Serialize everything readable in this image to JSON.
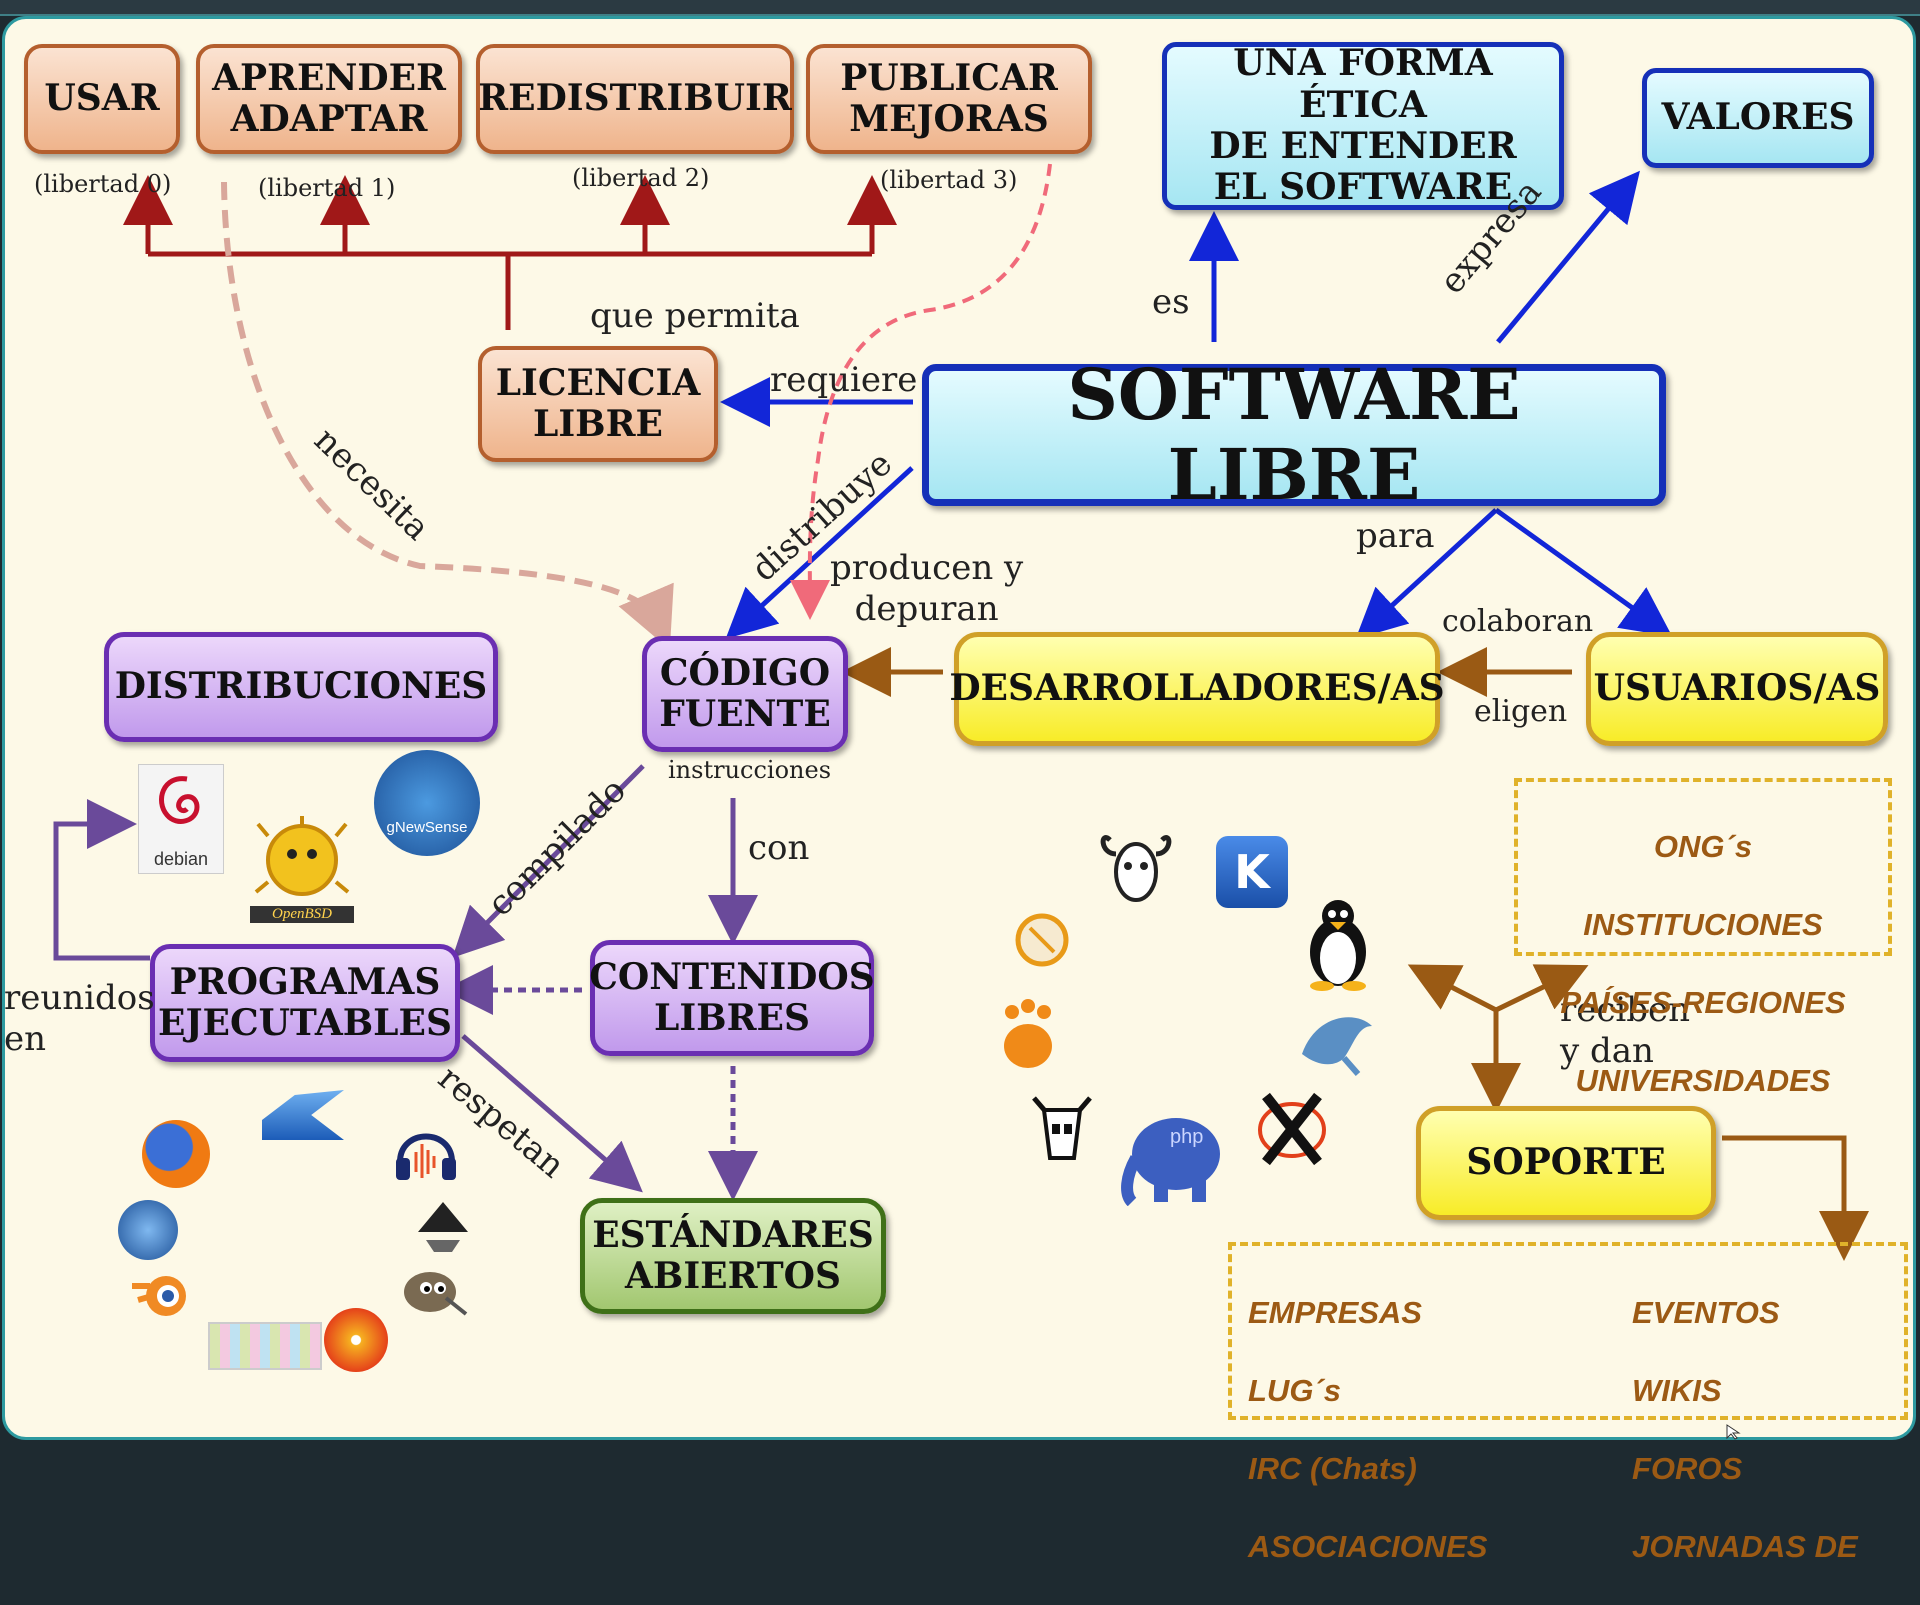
{
  "nodes": {
    "usar": "USAR",
    "aprender": "APRENDER\nADAPTAR",
    "redistribuir": "REDISTRIBUIR",
    "publicar": "PUBLICAR\nMEJORAS",
    "etica": "UNA FORMA ÉTICA\nDE ENTENDER\nEL SOFTWARE",
    "valores": "VALORES",
    "licencia": "LICENCIA\nLIBRE",
    "software_libre": "SOFTWARE LIBRE",
    "distribuciones": "DISTRIBUCIONES",
    "codigo_fuente": "CÓDIGO\nFUENTE",
    "desarrolladores": "DESARROLLADORES/AS",
    "usuarios": "USUARIOS/AS",
    "programas": "PROGRAMAS\nEJECUTABLES",
    "contenidos": "CONTENIDOS\nLIBRES",
    "estandares": "ESTÁNDARES\nABIERTOS",
    "soporte": "SOPORTE"
  },
  "freedoms": {
    "f0": "(libertad 0)",
    "f1": "(libertad 1)",
    "f2": "(libertad 2)",
    "f3": "(libertad 3)"
  },
  "links": {
    "que_permita": "que permita",
    "requiere": "requiere",
    "es": "es",
    "expresa": "expresa",
    "necesita": "necesita",
    "distribuye": "distribuye",
    "producen": "producen y\ndepuran",
    "para": "para",
    "colaboran": "colaboran",
    "eligen": "eligen",
    "instrucciones": "instrucciones",
    "compilado": "compilado",
    "con": "con",
    "reunidos": "reunidos\nen",
    "respetan": "respetan",
    "reciben": "reciben\ny dan"
  },
  "organizations": [
    "ONG´s",
    "INSTITUCIONES",
    "PAÍSES-REGIONES",
    "UNIVERSIDADES"
  ],
  "support_left": [
    "EMPRESAS",
    "LUG´s",
    "IRC (Chats)",
    "ASOCIACIONES"
  ],
  "support_right": [
    "EVENTOS",
    "WIKIS",
    "FOROS",
    "JORNADAS DE"
  ],
  "logos": {
    "debian": "debian",
    "gnewsense": "gNewSense",
    "openbsd": "OpenBSD",
    "php": "php"
  },
  "colors": {
    "orange_border": "#b45f2e",
    "blue_arrow": "#1226d8",
    "dark_red": "#a01818",
    "brown": "#9a5a14",
    "purple": "#6a4a9a",
    "yellow": "#f8ec28"
  }
}
